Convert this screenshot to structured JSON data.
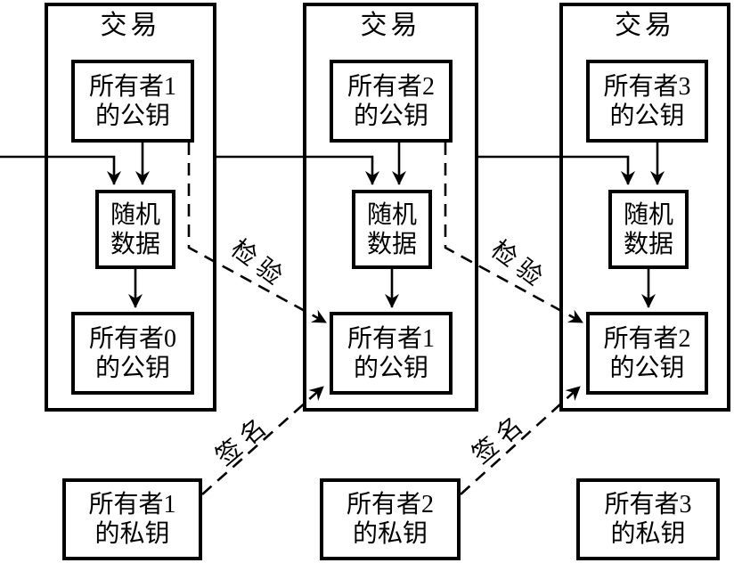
{
  "background_color": "#ffffff",
  "line_color": "#000000",
  "transactions": [
    {
      "title": "交易",
      "owner_pubkey": {
        "line1": "所有者1",
        "line2": "的公钥"
      },
      "random_data": {
        "line1": "随机",
        "line2": "数据"
      },
      "prev_owner_pubkey": {
        "line1": "所有者0",
        "line2": "的公钥"
      }
    },
    {
      "title": "交易",
      "owner_pubkey": {
        "line1": "所有者2",
        "line2": "的公钥"
      },
      "random_data": {
        "line1": "随机",
        "line2": "数据"
      },
      "prev_owner_pubkey": {
        "line1": "所有者1",
        "line2": "的公钥"
      }
    },
    {
      "title": "交易",
      "owner_pubkey": {
        "line1": "所有者3",
        "line2": "的公钥"
      },
      "random_data": {
        "line1": "随机",
        "line2": "数据"
      },
      "prev_owner_pubkey": {
        "line1": "所有者2",
        "line2": "的公钥"
      }
    }
  ],
  "private_keys": [
    {
      "line1": "所有者1",
      "line2": "的私钥"
    },
    {
      "line1": "所有者2",
      "line2": "的私钥"
    },
    {
      "line1": "所有者3",
      "line2": "的私钥"
    }
  ],
  "edge_labels": {
    "verify_1": "检验",
    "verify_2": "检验",
    "sign_1": "签名",
    "sign_2": "签名"
  }
}
